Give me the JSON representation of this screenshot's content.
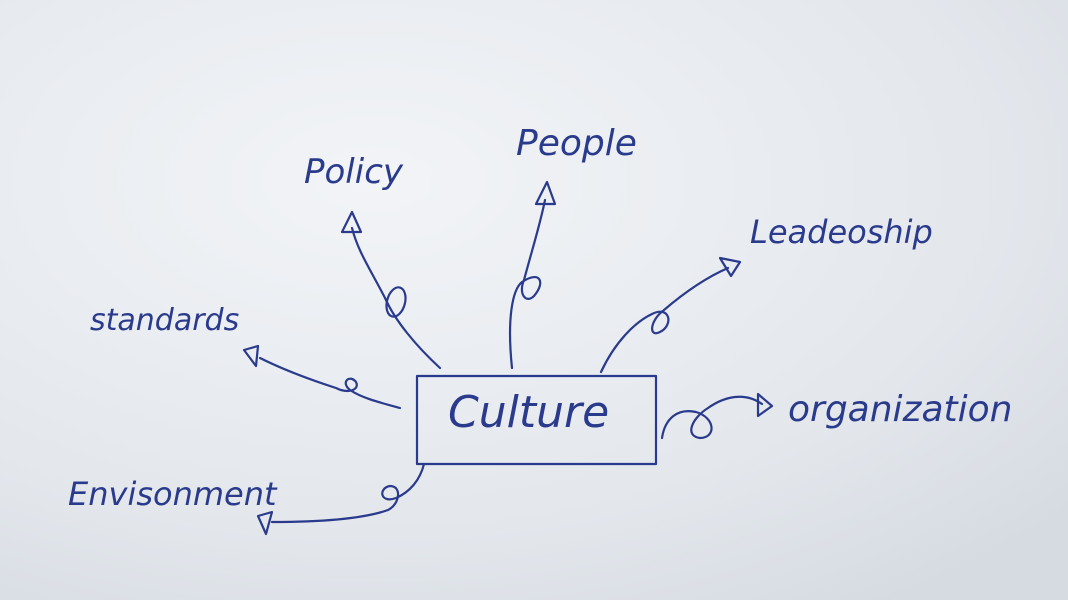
{
  "diagram": {
    "center": "Culture",
    "ink_color": "#2a3a8c",
    "paper_color": "#e6e9ee",
    "nodes": {
      "policy": "Policy",
      "people": "People",
      "leadership": "Leadeoship",
      "standards": "standards",
      "organization": "organization",
      "environment": "Envisonment"
    }
  }
}
